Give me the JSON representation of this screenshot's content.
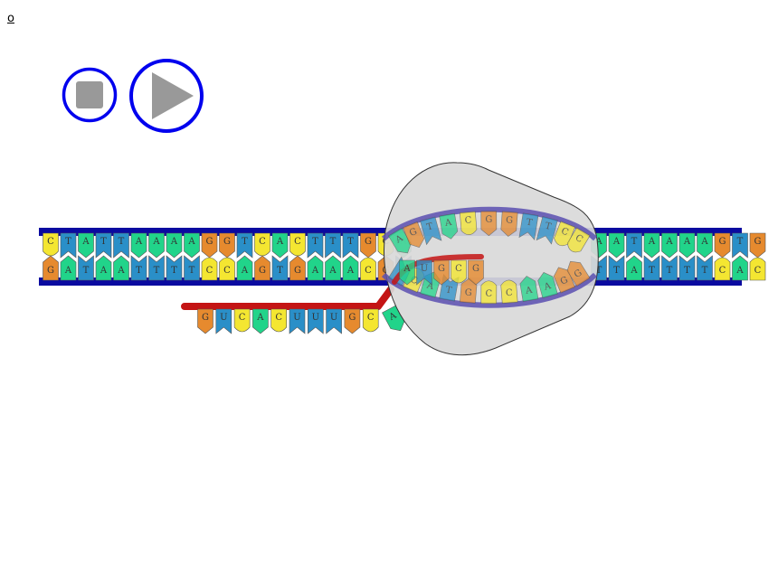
{
  "corner_link": "o",
  "controls": {
    "stop": "stop-icon",
    "play": "play-icon"
  },
  "colors": {
    "A": "#21d48a",
    "T": "#2a8fc8",
    "G": "#e68a2e",
    "C": "#f4e631",
    "U": "#2a8fc8",
    "backbone": "#0a0aa0",
    "backbone_inner": "#1a5bb8",
    "rna_backbone": "#c41414",
    "polymerase_fill": "#d9d9d9",
    "polymerase_stroke": "#333333",
    "control_ring": "#0000ee",
    "control_glyph": "#999999"
  },
  "dna": {
    "top_left": "CTATTAAAAGGTCACTTTGCA",
    "bottom_left": "GATAATTTTCCAGTGAAACGT",
    "top_right": "AATAAAAGTG",
    "bottom_right": "TTATTTTCAC"
  },
  "bubble": {
    "template_upper": "AGTACGGTTCC",
    "coding_lower": "TCATGCCAAGG",
    "rna_inside": "AUGCG"
  },
  "rna": "GUCACUUUGCA"
}
